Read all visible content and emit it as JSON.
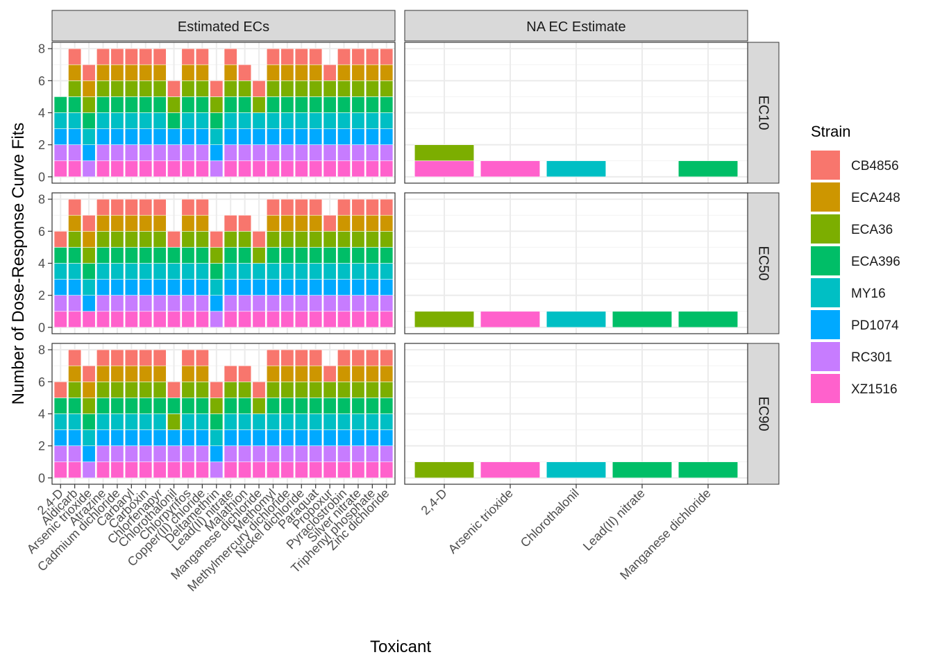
{
  "chart_data": {
    "type": "bar",
    "stacked": true,
    "title": "",
    "xlabel": "Toxicant",
    "ylabel": "Number of Dose-Response Curve Fits",
    "ylim": [
      0,
      8
    ],
    "yticks": [
      0,
      2,
      4,
      6,
      8
    ],
    "grid": true,
    "legend": {
      "title": "Strain",
      "placement": "right",
      "entries": [
        {
          "name": "CB4856",
          "color": "#F8766D"
        },
        {
          "name": "ECA248",
          "color": "#CD9600"
        },
        {
          "name": "ECA36",
          "color": "#7CAE00"
        },
        {
          "name": "ECA396",
          "color": "#00BE67"
        },
        {
          "name": "MY16",
          "color": "#00BFC4"
        },
        {
          "name": "PD1074",
          "color": "#00A9FF"
        },
        {
          "name": "RC301",
          "color": "#C77CFF"
        },
        {
          "name": "XZ1516",
          "color": "#FF61CC"
        }
      ]
    },
    "facet_columns": [
      "Estimated ECs",
      "NA EC Estimate"
    ],
    "facet_rows": [
      "EC10",
      "EC50",
      "EC90"
    ],
    "panel_categories": [
      [
        "2,4-D",
        "Aldicarb",
        "Arsenic trioxide",
        "Atrazine",
        "Cadmium dichloride",
        "Carbaryl",
        "Carboxin",
        "Chlorfenapyr",
        "Chlorothalonil",
        "Chlorpyrifos",
        "Copper(II) chloride",
        "Deltamethrin",
        "Lead(II) nitrate",
        "Malathion",
        "Manganese dichloride",
        "Methomyl",
        "Methylmercury dichloride",
        "Nickel dichloride",
        "Paraquat",
        "Propoxur",
        "Pyraclostrobin",
        "Silver nitrate",
        "Triphenyl phosphate",
        "Zinc dichloride"
      ],
      [
        "2,4-D",
        "Arsenic trioxide",
        "Chlorothalonil",
        "Lead(II) nitrate",
        "Manganese dichloride"
      ]
    ],
    "panels": [
      {
        "row": "EC10",
        "col": "Estimated ECs",
        "stacks": [
          [
            "XZ1516",
            "RC301",
            "PD1074",
            "MY16",
            "ECA396"
          ],
          [
            "XZ1516",
            "RC301",
            "PD1074",
            "MY16",
            "ECA396",
            "ECA36",
            "ECA248",
            "CB4856"
          ],
          [
            "RC301",
            "PD1074",
            "MY16",
            "ECA396",
            "ECA36",
            "ECA248",
            "CB4856"
          ],
          [
            "XZ1516",
            "RC301",
            "PD1074",
            "MY16",
            "ECA396",
            "ECA36",
            "ECA248",
            "CB4856"
          ],
          [
            "XZ1516",
            "RC301",
            "PD1074",
            "MY16",
            "ECA396",
            "ECA36",
            "ECA248",
            "CB4856"
          ],
          [
            "XZ1516",
            "RC301",
            "PD1074",
            "MY16",
            "ECA396",
            "ECA36",
            "ECA248",
            "CB4856"
          ],
          [
            "XZ1516",
            "RC301",
            "PD1074",
            "MY16",
            "ECA396",
            "ECA36",
            "ECA248",
            "CB4856"
          ],
          [
            "XZ1516",
            "RC301",
            "PD1074",
            "MY16",
            "ECA396",
            "ECA36",
            "ECA248",
            "CB4856"
          ],
          [
            "XZ1516",
            "RC301",
            "PD1074",
            "ECA396",
            "ECA36",
            "CB4856"
          ],
          [
            "XZ1516",
            "RC301",
            "PD1074",
            "MY16",
            "ECA396",
            "ECA36",
            "ECA248",
            "CB4856"
          ],
          [
            "XZ1516",
            "RC301",
            "PD1074",
            "MY16",
            "ECA396",
            "ECA36",
            "ECA248",
            "CB4856"
          ],
          [
            "RC301",
            "PD1074",
            "MY16",
            "ECA396",
            "ECA36",
            "CB4856"
          ],
          [
            "XZ1516",
            "RC301",
            "PD1074",
            "MY16",
            "ECA396",
            "ECA36",
            "ECA248",
            "CB4856"
          ],
          [
            "XZ1516",
            "RC301",
            "PD1074",
            "MY16",
            "ECA396",
            "ECA36",
            "CB4856"
          ],
          [
            "XZ1516",
            "RC301",
            "PD1074",
            "MY16",
            "ECA36",
            "CB4856"
          ],
          [
            "XZ1516",
            "RC301",
            "PD1074",
            "MY16",
            "ECA396",
            "ECA36",
            "ECA248",
            "CB4856"
          ],
          [
            "XZ1516",
            "RC301",
            "PD1074",
            "MY16",
            "ECA396",
            "ECA36",
            "ECA248",
            "CB4856"
          ],
          [
            "XZ1516",
            "RC301",
            "PD1074",
            "MY16",
            "ECA396",
            "ECA36",
            "ECA248",
            "CB4856"
          ],
          [
            "XZ1516",
            "RC301",
            "PD1074",
            "MY16",
            "ECA396",
            "ECA36",
            "ECA248",
            "CB4856"
          ],
          [
            "XZ1516",
            "RC301",
            "PD1074",
            "MY16",
            "ECA396",
            "ECA36",
            "CB4856"
          ],
          [
            "XZ1516",
            "RC301",
            "PD1074",
            "MY16",
            "ECA396",
            "ECA36",
            "ECA248",
            "CB4856"
          ],
          [
            "XZ1516",
            "RC301",
            "PD1074",
            "MY16",
            "ECA396",
            "ECA36",
            "ECA248",
            "CB4856"
          ],
          [
            "XZ1516",
            "RC301",
            "PD1074",
            "MY16",
            "ECA396",
            "ECA36",
            "ECA248",
            "CB4856"
          ],
          [
            "XZ1516",
            "RC301",
            "PD1074",
            "MY16",
            "ECA396",
            "ECA36",
            "ECA248",
            "CB4856"
          ]
        ]
      },
      {
        "row": "EC10",
        "col": "NA EC Estimate",
        "stacks": [
          [
            "XZ1516",
            "ECA36"
          ],
          [
            "XZ1516"
          ],
          [
            "MY16"
          ],
          [],
          [
            "ECA396"
          ]
        ]
      },
      {
        "row": "EC50",
        "col": "Estimated ECs",
        "stacks": [
          [
            "XZ1516",
            "RC301",
            "PD1074",
            "MY16",
            "ECA396",
            "CB4856"
          ],
          [
            "XZ1516",
            "RC301",
            "PD1074",
            "MY16",
            "ECA396",
            "ECA36",
            "ECA248",
            "CB4856"
          ],
          [
            "XZ1516",
            "PD1074",
            "MY16",
            "ECA396",
            "ECA36",
            "ECA248",
            "CB4856"
          ],
          [
            "XZ1516",
            "RC301",
            "PD1074",
            "MY16",
            "ECA396",
            "ECA36",
            "ECA248",
            "CB4856"
          ],
          [
            "XZ1516",
            "RC301",
            "PD1074",
            "MY16",
            "ECA396",
            "ECA36",
            "ECA248",
            "CB4856"
          ],
          [
            "XZ1516",
            "RC301",
            "PD1074",
            "MY16",
            "ECA396",
            "ECA36",
            "ECA248",
            "CB4856"
          ],
          [
            "XZ1516",
            "RC301",
            "PD1074",
            "MY16",
            "ECA396",
            "ECA36",
            "ECA248",
            "CB4856"
          ],
          [
            "XZ1516",
            "RC301",
            "PD1074",
            "MY16",
            "ECA396",
            "ECA36",
            "ECA248",
            "CB4856"
          ],
          [
            "XZ1516",
            "RC301",
            "PD1074",
            "MY16",
            "ECA396",
            "CB4856"
          ],
          [
            "XZ1516",
            "RC301",
            "PD1074",
            "MY16",
            "ECA396",
            "ECA36",
            "ECA248",
            "CB4856"
          ],
          [
            "XZ1516",
            "RC301",
            "PD1074",
            "MY16",
            "ECA396",
            "ECA36",
            "ECA248",
            "CB4856"
          ],
          [
            "RC301",
            "PD1074",
            "MY16",
            "ECA396",
            "ECA36",
            "CB4856"
          ],
          [
            "XZ1516",
            "RC301",
            "PD1074",
            "MY16",
            "ECA396",
            "ECA36",
            "CB4856"
          ],
          [
            "XZ1516",
            "RC301",
            "PD1074",
            "MY16",
            "ECA396",
            "ECA36",
            "CB4856"
          ],
          [
            "XZ1516",
            "RC301",
            "PD1074",
            "MY16",
            "ECA36",
            "CB4856"
          ],
          [
            "XZ1516",
            "RC301",
            "PD1074",
            "MY16",
            "ECA396",
            "ECA36",
            "ECA248",
            "CB4856"
          ],
          [
            "XZ1516",
            "RC301",
            "PD1074",
            "MY16",
            "ECA396",
            "ECA36",
            "ECA248",
            "CB4856"
          ],
          [
            "XZ1516",
            "RC301",
            "PD1074",
            "MY16",
            "ECA396",
            "ECA36",
            "ECA248",
            "CB4856"
          ],
          [
            "XZ1516",
            "RC301",
            "PD1074",
            "MY16",
            "ECA396",
            "ECA36",
            "ECA248",
            "CB4856"
          ],
          [
            "XZ1516",
            "RC301",
            "PD1074",
            "MY16",
            "ECA396",
            "ECA36",
            "CB4856"
          ],
          [
            "XZ1516",
            "RC301",
            "PD1074",
            "MY16",
            "ECA396",
            "ECA36",
            "ECA248",
            "CB4856"
          ],
          [
            "XZ1516",
            "RC301",
            "PD1074",
            "MY16",
            "ECA396",
            "ECA36",
            "ECA248",
            "CB4856"
          ],
          [
            "XZ1516",
            "RC301",
            "PD1074",
            "MY16",
            "ECA396",
            "ECA36",
            "ECA248",
            "CB4856"
          ],
          [
            "XZ1516",
            "RC301",
            "PD1074",
            "MY16",
            "ECA396",
            "ECA36",
            "ECA248",
            "CB4856"
          ]
        ]
      },
      {
        "row": "EC50",
        "col": "NA EC Estimate",
        "stacks": [
          [
            "ECA36"
          ],
          [
            "XZ1516"
          ],
          [
            "MY16"
          ],
          [
            "ECA396"
          ],
          [
            "ECA396"
          ]
        ]
      },
      {
        "row": "EC90",
        "col": "Estimated ECs",
        "stacks": [
          [
            "XZ1516",
            "RC301",
            "PD1074",
            "MY16",
            "ECA396",
            "CB4856"
          ],
          [
            "XZ1516",
            "RC301",
            "PD1074",
            "MY16",
            "ECA396",
            "ECA36",
            "ECA248",
            "CB4856"
          ],
          [
            "RC301",
            "PD1074",
            "MY16",
            "ECA396",
            "ECA36",
            "ECA248",
            "CB4856"
          ],
          [
            "XZ1516",
            "RC301",
            "PD1074",
            "MY16",
            "ECA396",
            "ECA36",
            "ECA248",
            "CB4856"
          ],
          [
            "XZ1516",
            "RC301",
            "PD1074",
            "MY16",
            "ECA396",
            "ECA36",
            "ECA248",
            "CB4856"
          ],
          [
            "XZ1516",
            "RC301",
            "PD1074",
            "MY16",
            "ECA396",
            "ECA36",
            "ECA248",
            "CB4856"
          ],
          [
            "XZ1516",
            "RC301",
            "PD1074",
            "MY16",
            "ECA396",
            "ECA36",
            "ECA248",
            "CB4856"
          ],
          [
            "XZ1516",
            "RC301",
            "PD1074",
            "MY16",
            "ECA396",
            "ECA36",
            "ECA248",
            "CB4856"
          ],
          [
            "XZ1516",
            "RC301",
            "PD1074",
            "ECA36",
            "ECA396",
            "CB4856"
          ],
          [
            "XZ1516",
            "RC301",
            "PD1074",
            "MY16",
            "ECA396",
            "ECA36",
            "ECA248",
            "CB4856"
          ],
          [
            "XZ1516",
            "RC301",
            "PD1074",
            "MY16",
            "ECA396",
            "ECA36",
            "ECA248",
            "CB4856"
          ],
          [
            "RC301",
            "PD1074",
            "MY16",
            "ECA396",
            "ECA36",
            "CB4856"
          ],
          [
            "XZ1516",
            "RC301",
            "PD1074",
            "MY16",
            "ECA396",
            "ECA36",
            "CB4856"
          ],
          [
            "XZ1516",
            "RC301",
            "PD1074",
            "MY16",
            "ECA396",
            "ECA36",
            "CB4856"
          ],
          [
            "XZ1516",
            "RC301",
            "PD1074",
            "MY16",
            "ECA36",
            "CB4856"
          ],
          [
            "XZ1516",
            "RC301",
            "PD1074",
            "MY16",
            "ECA396",
            "ECA36",
            "ECA248",
            "CB4856"
          ],
          [
            "XZ1516",
            "RC301",
            "PD1074",
            "MY16",
            "ECA396",
            "ECA36",
            "ECA248",
            "CB4856"
          ],
          [
            "XZ1516",
            "RC301",
            "PD1074",
            "MY16",
            "ECA396",
            "ECA36",
            "ECA248",
            "CB4856"
          ],
          [
            "XZ1516",
            "RC301",
            "PD1074",
            "MY16",
            "ECA396",
            "ECA36",
            "ECA248",
            "CB4856"
          ],
          [
            "XZ1516",
            "RC301",
            "PD1074",
            "MY16",
            "ECA396",
            "ECA36",
            "CB4856"
          ],
          [
            "XZ1516",
            "RC301",
            "PD1074",
            "MY16",
            "ECA396",
            "ECA36",
            "ECA248",
            "CB4856"
          ],
          [
            "XZ1516",
            "RC301",
            "PD1074",
            "MY16",
            "ECA396",
            "ECA36",
            "ECA248",
            "CB4856"
          ],
          [
            "XZ1516",
            "RC301",
            "PD1074",
            "MY16",
            "ECA396",
            "ECA36",
            "ECA248",
            "CB4856"
          ],
          [
            "XZ1516",
            "RC301",
            "PD1074",
            "MY16",
            "ECA396",
            "ECA36",
            "ECA248",
            "CB4856"
          ]
        ]
      },
      {
        "row": "EC90",
        "col": "NA EC Estimate",
        "stacks": [
          [
            "ECA36"
          ],
          [
            "XZ1516"
          ],
          [
            "MY16"
          ],
          [
            "ECA396"
          ],
          [
            "ECA396"
          ]
        ]
      }
    ]
  }
}
